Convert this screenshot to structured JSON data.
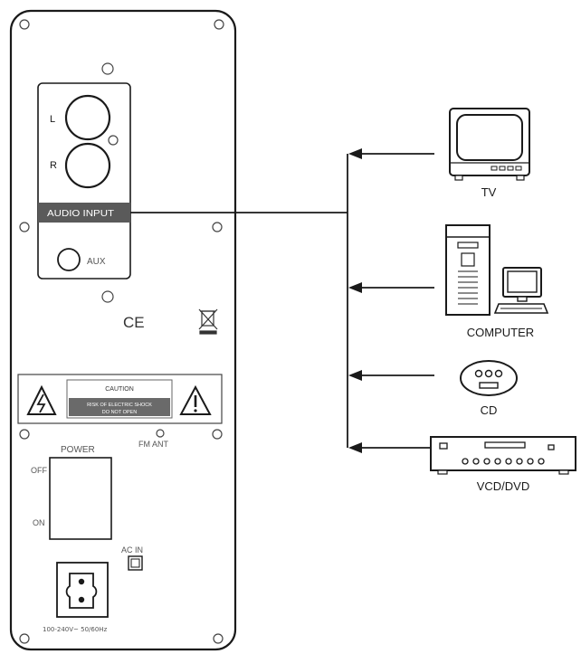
{
  "panel": {
    "left_label": "L",
    "right_label": "R",
    "audio_input_label": "AUDIO INPUT",
    "aux_label": "AUX",
    "ce_mark": "CE",
    "caution_title": "CAUTION",
    "caution_line1": "RISK OF ELECTRIC SHOCK",
    "caution_line2": "DO NOT OPEN",
    "fm_ant_label": "FM ANT",
    "power_label": "POWER",
    "off_label": "OFF",
    "on_label": "ON",
    "ac_in_label": "AC IN",
    "voltage_label": "100-240V~ 50/60Hz"
  },
  "devices": {
    "tv": "TV",
    "computer": "COMPUTER",
    "cd": "CD",
    "vcd_dvd": "VCD/DVD"
  },
  "colors": {
    "line": "#1a1a1a",
    "label_band": "#5a5a5a",
    "label_band_text": "#ffffff",
    "caution_box": "#6a6a6a"
  }
}
